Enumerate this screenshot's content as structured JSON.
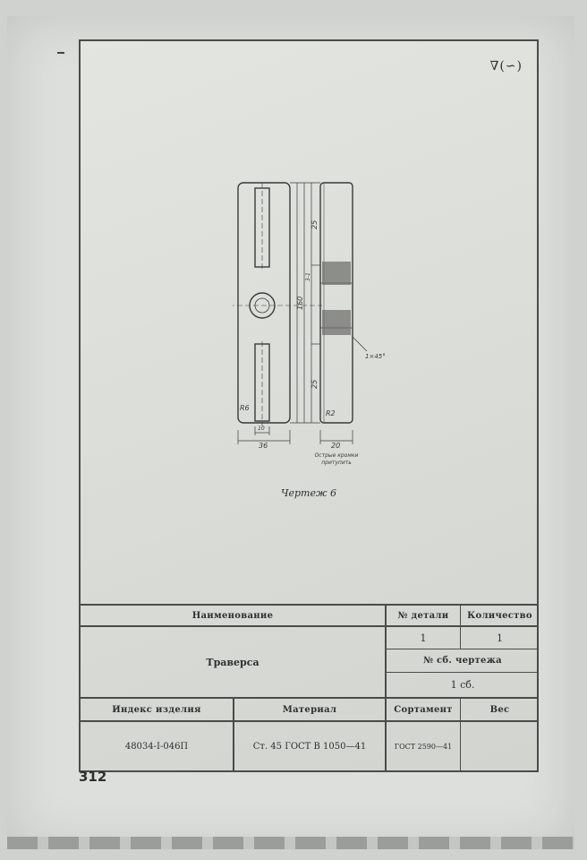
{
  "roughness_symbol": "∇(∽)",
  "drawing": {
    "caption": "Чертеж 6",
    "dims": {
      "width_left": "36",
      "width_right": "20",
      "length_total": "160",
      "slot_top": "25",
      "slot_bottom": "25",
      "hole_small": "3-1",
      "chamfer": "1×45°",
      "radius_left": "R6",
      "radius_right": "R2",
      "slot_width": "10",
      "note_line1": "Острые кромки",
      "note_line2": "притупить"
    }
  },
  "title_block": {
    "name_header": "Наименование",
    "part_no_header": "№ детали",
    "quantity_header": "Количество",
    "name_value": "Траверса",
    "part_no_value": "1",
    "quantity_value": "1",
    "assembly_drawing_header": "№ сб. чертежа",
    "assembly_drawing_value": "1 сб.",
    "product_index_header": "Индекс изделия",
    "material_header": "Материал",
    "assortment_header": "Сортамент",
    "weight_header": "Вес",
    "product_index_value": "48034-I-046П",
    "material_value": "Ст. 45 ГОСТ В 1050—41",
    "assortment_value": "ГОСТ 2590—41",
    "weight_value": ""
  },
  "page_number": "312"
}
